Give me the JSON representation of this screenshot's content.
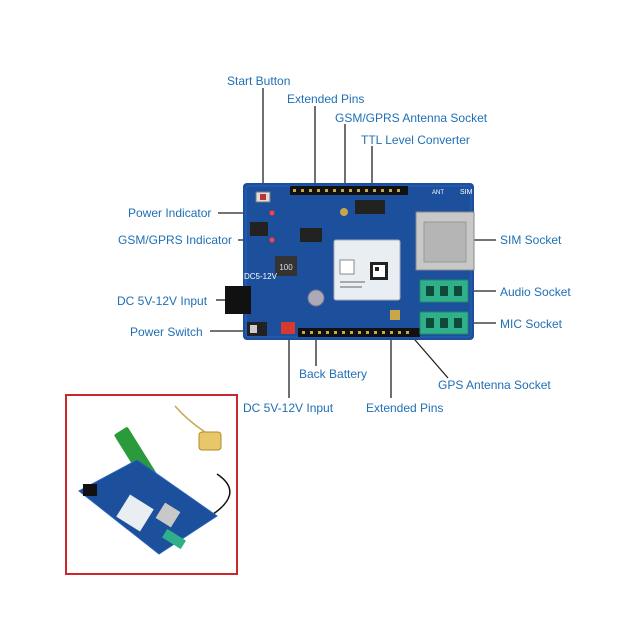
{
  "labels": {
    "start_button": "Start Button",
    "extended_pins_top": "Extended Pins",
    "gsm_gprs_antenna_socket": "GSM/GPRS Antenna Socket",
    "ttl_level_converter": "TTL Level Converter",
    "power_indicator": "Power Indicator",
    "gsm_gprs_indicator": "GSM/GPRS Indicator",
    "dc_input_left": "DC 5V-12V Input",
    "power_switch": "Power Switch",
    "sim_socket": "SIM Socket",
    "audio_socket": "Audio Socket",
    "mic_socket": "MIC Socket",
    "back_battery": "Back Battery",
    "dc_input_bottom": "DC 5V-12V Input",
    "gps_antenna_socket": "GPS Antenna Socket",
    "extended_pins_bottom": "Extended Pins"
  },
  "board_text": {
    "dc_label": "DC5-12V",
    "sim": "SIM",
    "ant": "ANT",
    "inductor": "100"
  },
  "colors": {
    "label": "#1f6fb5",
    "leader": "#222222",
    "board": "#1c4f9c",
    "module": "#e8eef2",
    "terminal": "#2fb08a",
    "inset_border": "#c9282e"
  }
}
